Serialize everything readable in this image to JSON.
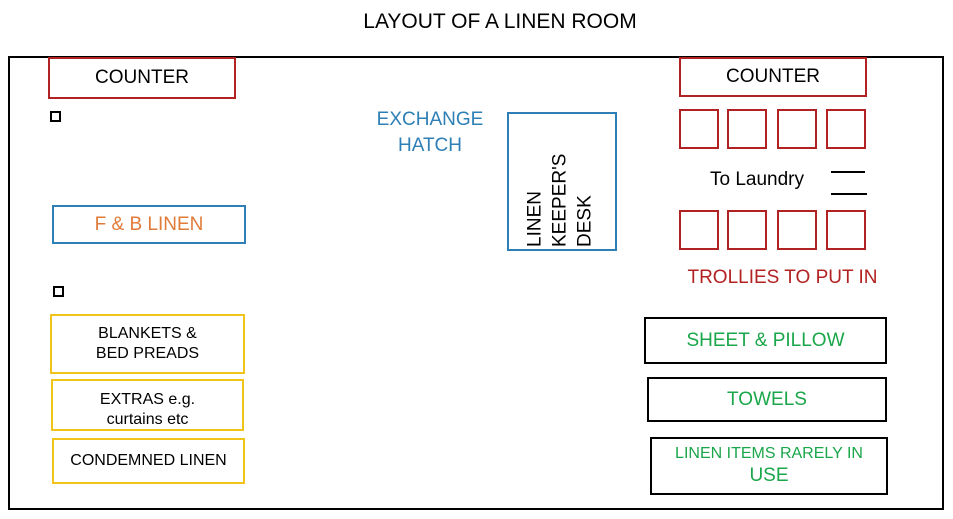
{
  "title": "LAYOUT OF A LINEN ROOM",
  "left": {
    "counter": "COUNTER",
    "fb_linen": "F & B LINEN",
    "blankets_line1": "BLANKETS &",
    "blankets_line2": "BED PREADS",
    "extras_line1": "EXTRAS e.g.",
    "extras_line2": "curtains etc",
    "condemned": "CONDEMNED LINEN"
  },
  "center": {
    "hatch_line1": "EXCHANGE",
    "hatch_line2": "HATCH",
    "desk_line1": "LINEN",
    "desk_line2": "KEEPER'S",
    "desk_line3": "DESK"
  },
  "right": {
    "counter": "COUNTER",
    "to_laundry": "To Laundry",
    "trollies": "TROLLIES TO PUT IN",
    "sheet_pillow": "SHEET & PILLOW",
    "towels": "TOWELS",
    "rarely_line1": "LINEN ITEMS RARELY IN",
    "rarely_line2": "USE"
  },
  "colors": {
    "counter_border": "#b22222",
    "trollies_text": "#b22222",
    "hatch_text": "#2e7fb6",
    "fb_text": "#e07b39",
    "green_text": "#1aa64a",
    "storage_border": "#f0c419"
  }
}
